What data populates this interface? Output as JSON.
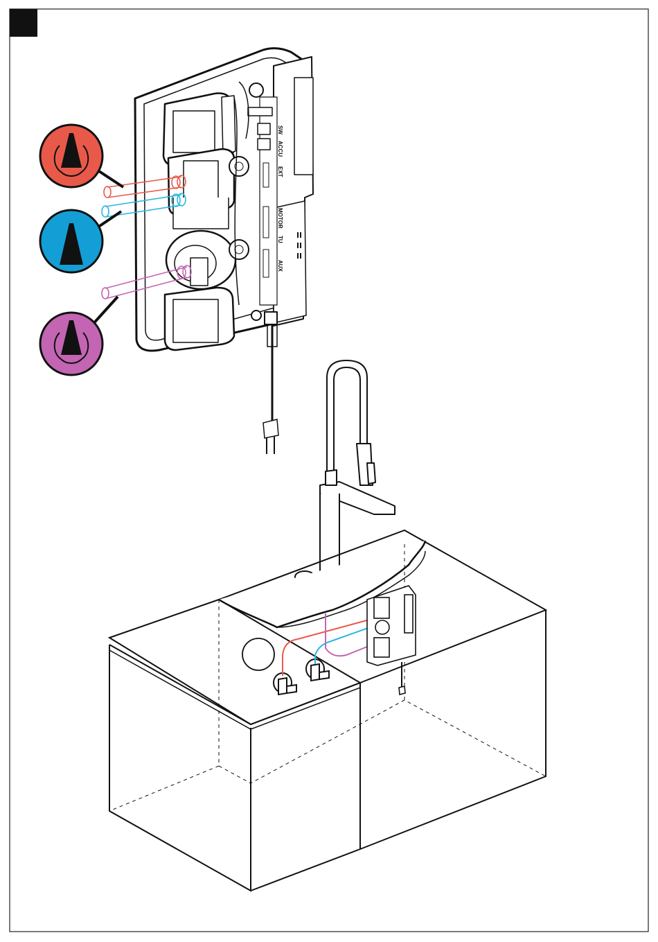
{
  "figure": {
    "unit_labels": [
      "SW",
      "ACCU",
      "EXT",
      "MOTOR",
      "TU",
      "AUX"
    ],
    "connections": [
      {
        "icon": "hot-water-spray-icon",
        "color": "#E9594A"
      },
      {
        "icon": "cold-water-spray-icon",
        "color": "#139FD5"
      },
      {
        "icon": "boiling-water-spray-icon",
        "color": "#C365B3"
      }
    ],
    "pipe_colors": {
      "hot": "#E9594A",
      "cold": "#2BB6E0",
      "boiling": "#C365B3"
    }
  }
}
